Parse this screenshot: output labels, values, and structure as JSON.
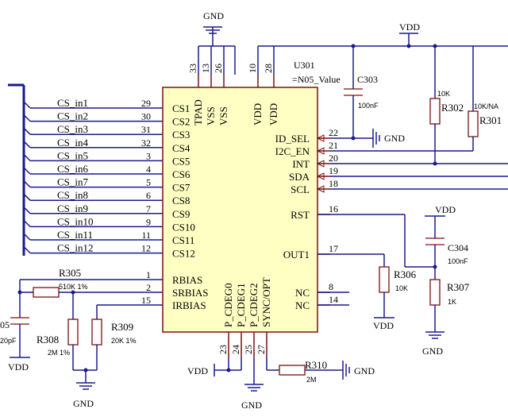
{
  "chip": {
    "designator": "U301",
    "value": "=N05_Value",
    "left_pins": [
      {
        "num": "29",
        "name": "CS1",
        "net": "CS_in1"
      },
      {
        "num": "30",
        "name": "CS2",
        "net": "CS_in2"
      },
      {
        "num": "31",
        "name": "CS3",
        "net": "CS_in3"
      },
      {
        "num": "32",
        "name": "CS4",
        "net": "CS_in4"
      },
      {
        "num": "3",
        "name": "CS5",
        "net": "CS_in5"
      },
      {
        "num": "4",
        "name": "CS6",
        "net": "CS_in6"
      },
      {
        "num": "5",
        "name": "CS7",
        "net": "CS_in7"
      },
      {
        "num": "6",
        "name": "CS8",
        "net": "CS_in8"
      },
      {
        "num": "7",
        "name": "CS9",
        "net": "CS_in9"
      },
      {
        "num": "9",
        "name": "CS10",
        "net": "CS_in10"
      },
      {
        "num": "11",
        "name": "CS11",
        "net": "CS_in11"
      },
      {
        "num": "12",
        "name": "CS12",
        "net": "CS_in12"
      }
    ],
    "left_lower_pins": [
      {
        "num": "1",
        "name": "RBIAS"
      },
      {
        "num": "2",
        "name": "SRBIAS"
      },
      {
        "num": "15",
        "name": "IRBIAS"
      }
    ],
    "top_pins": [
      {
        "num": "33",
        "name": "TPAD"
      },
      {
        "num": "13",
        "name": "VSS"
      },
      {
        "num": "26",
        "name": "VSS"
      },
      {
        "num": "10",
        "name": "VDD"
      },
      {
        "num": "28",
        "name": "VDD"
      }
    ],
    "right_pins": [
      {
        "num": "22",
        "name": "ID_SEL"
      },
      {
        "num": "21",
        "name": "I2C_EN"
      },
      {
        "num": "20",
        "name": "INT"
      },
      {
        "num": "19",
        "name": "SDA"
      },
      {
        "num": "18",
        "name": "SCL"
      },
      {
        "num": "16",
        "name": "RST"
      },
      {
        "num": "17",
        "name": "OUT1"
      },
      {
        "num": "8",
        "name": "NC"
      },
      {
        "num": "14",
        "name": "NC"
      }
    ],
    "bottom_pins": [
      {
        "num": "23",
        "name": "P_CDEG0"
      },
      {
        "num": "24",
        "name": "P_CDEG1"
      },
      {
        "num": "25",
        "name": "P_CDEG2"
      },
      {
        "num": "27",
        "name": "SYNC/OPT"
      }
    ]
  },
  "components": {
    "c303": {
      "name": "C303",
      "value": "100nF"
    },
    "r302": {
      "name": "R302",
      "value": "10K"
    },
    "r301": {
      "name": "R301",
      "value": "10K/NA"
    },
    "c304": {
      "name": "C304",
      "value": "100nF"
    },
    "r306": {
      "name": "R306",
      "value": "10K"
    },
    "r307": {
      "name": "R307",
      "value": "1K"
    },
    "r305": {
      "name": "R305",
      "value": "510K 1%"
    },
    "r308": {
      "name": "R308",
      "value": "2M 1%"
    },
    "r309": {
      "name": "R309",
      "value": "20K 1%"
    },
    "r310": {
      "name": "R310",
      "value": "2M"
    },
    "c305": {
      "name": "05",
      "value": "20pF"
    }
  },
  "power": {
    "gnd": "GND",
    "vdd": "VDD"
  }
}
